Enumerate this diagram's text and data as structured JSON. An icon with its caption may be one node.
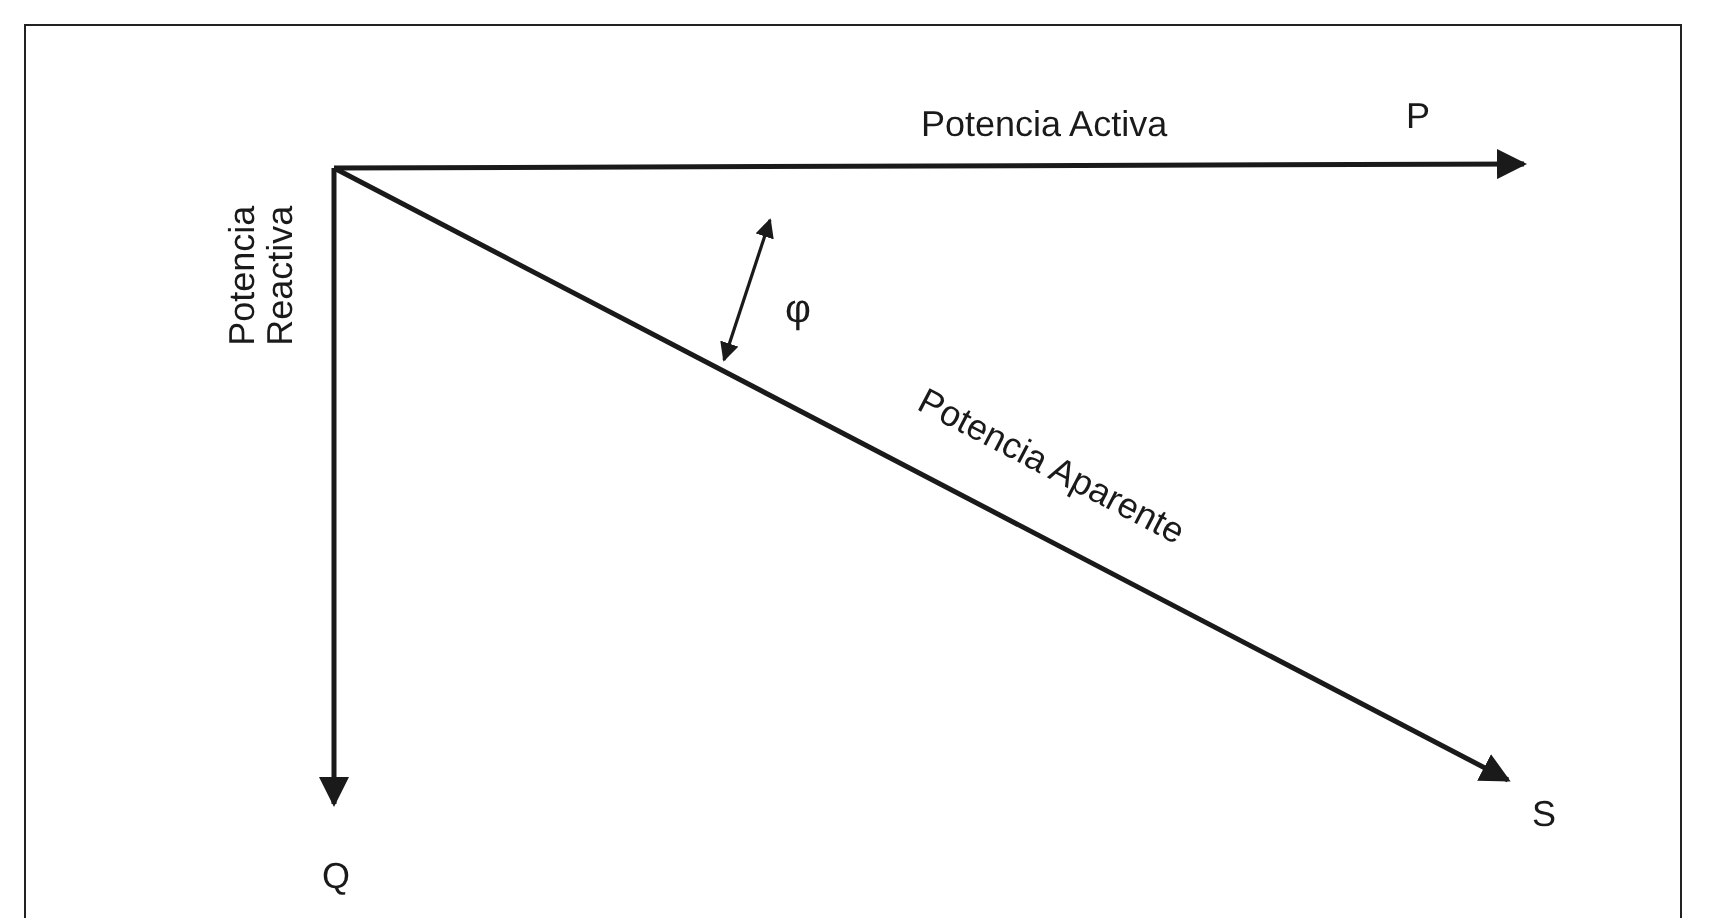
{
  "diagram": {
    "labels": [
      "Potencia Activa",
      "P",
      "φ",
      "Potencia Reactiva",
      "Potencia Aparente",
      "S",
      "Q"
    ]
  }
}
